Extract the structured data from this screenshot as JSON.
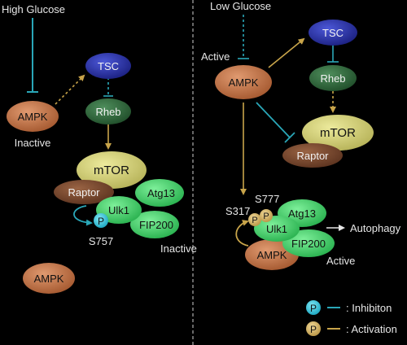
{
  "left_panel": {
    "condition": "High Glucose",
    "ampk_label": "AMPK",
    "ampk_state": "Inactive",
    "tsc_label": "TSC",
    "rheb_label": "Rheb",
    "mtor_label": "mTOR",
    "raptor_label": "Raptor",
    "atg13_label": "Atg13",
    "ulk1_label": "Ulk1",
    "fip200_label": "FIP200",
    "phospho_label": "P",
    "site_label": "S757",
    "complex_state": "Inactive",
    "ampk_free_label": "AMPK"
  },
  "right_panel": {
    "condition": "Low Glucose",
    "ampk_state": "Active",
    "ampk_label": "AMPK",
    "tsc_label": "TSC",
    "rheb_label": "Rheb",
    "mtor_label": "mTOR",
    "raptor_label": "Raptor",
    "site1_label": "S777",
    "site2_label": "S317",
    "phospho1_label": "P",
    "phospho2_label": "P",
    "atg13_label": "Atg13",
    "ulk1_label": "Ulk1",
    "fip200_label": "FIP200",
    "ampk_bound_label": "AMPK",
    "outcome_label": "Autophagy",
    "complex_state": "Active"
  },
  "legend": {
    "inhibition_symbol": "P",
    "inhibition_text": ": Inhibiton",
    "activation_symbol": "P",
    "activation_text": ": Activation"
  },
  "colors": {
    "ampk": "#c07048",
    "tsc": "#2a33a8",
    "rheb": "#2f6a3a",
    "mtor": "#d8d27a",
    "raptor": "#7a4a30",
    "green_complex": "#3fcf6a",
    "inhibit_line": "#2aa7b8",
    "activate_line": "#c8a44a",
    "phospho_inhibit": "#2ec0d8",
    "phospho_activate": "#d8b860"
  }
}
